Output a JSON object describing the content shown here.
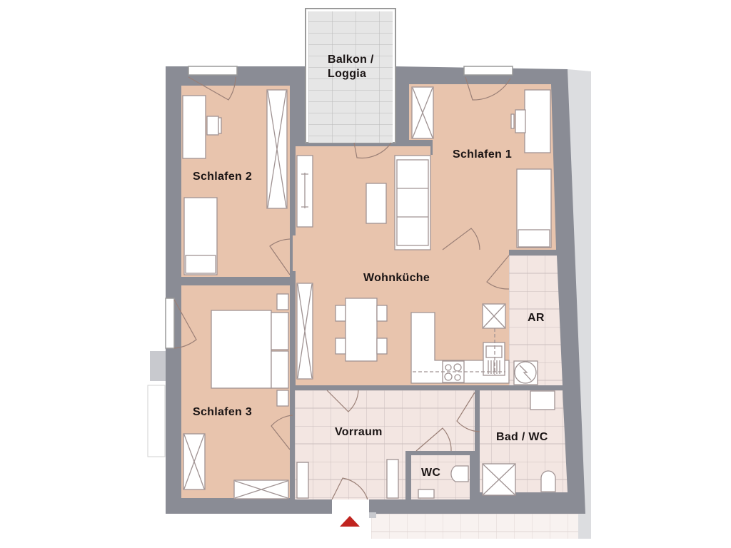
{
  "plan": {
    "colors": {
      "wall": "#8a8c95",
      "wall_light": "#c8c9ce",
      "living_floor": "#e8c4ad",
      "tile_floor": "#f3e6e2",
      "balcony_floor": "#e4e4e4",
      "tile_line": "#c9bdbb",
      "furniture": "#ffffff",
      "furniture_stroke": "#9a9090",
      "entrance_marker": "#c0241f",
      "label": "#1a1414"
    },
    "rooms": [
      {
        "id": "balkon",
        "label_line1": "Balkon /",
        "label_line2": "Loggia"
      },
      {
        "id": "schlafen1",
        "label": "Schlafen 1"
      },
      {
        "id": "schlafen2",
        "label": "Schlafen 2"
      },
      {
        "id": "schlafen3",
        "label": "Schlafen 3"
      },
      {
        "id": "wohnkueche",
        "label": "Wohnküche"
      },
      {
        "id": "ar",
        "label": "AR"
      },
      {
        "id": "vorraum",
        "label": "Vorraum"
      },
      {
        "id": "wc",
        "label": "WC"
      },
      {
        "id": "bad",
        "label": "Bad / WC"
      }
    ],
    "entrance": {
      "icon": "entrance-triangle-icon"
    }
  }
}
